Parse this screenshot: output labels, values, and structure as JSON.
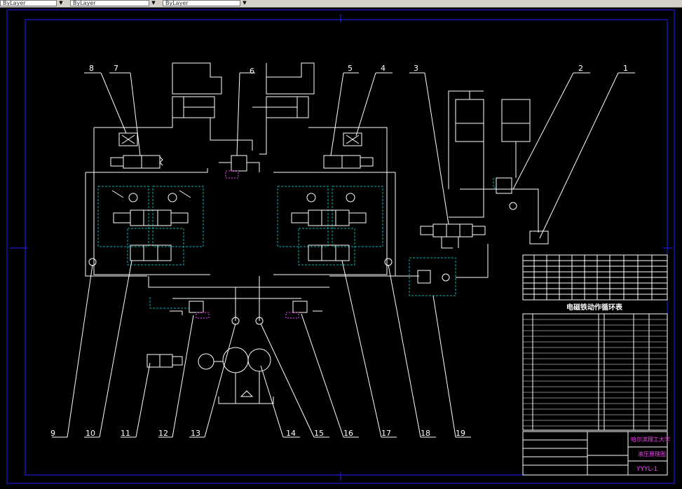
{
  "toolbar": {
    "layer_value": "ByLayer",
    "linetype_value": "ByLayer",
    "lineweight_value": "ByLayer"
  },
  "drawing": {
    "callouts": [
      "1",
      "2",
      "3",
      "4",
      "5",
      "6",
      "7",
      "8",
      "9",
      "10",
      "11",
      "12",
      "13",
      "14",
      "15",
      "16",
      "17",
      "18",
      "19"
    ],
    "table_title": "电磁铁动作循环表",
    "university": "哈尔滨理工大学",
    "drawing_name": "液压原理图",
    "drawing_code": "YYYL-1"
  },
  "colors": {
    "line": "#ffffff",
    "dashed": "#00b4b4",
    "frame": "#2020ff",
    "magenta": "#ff40ff",
    "red": "#ff3030",
    "text": "#ffffff"
  }
}
